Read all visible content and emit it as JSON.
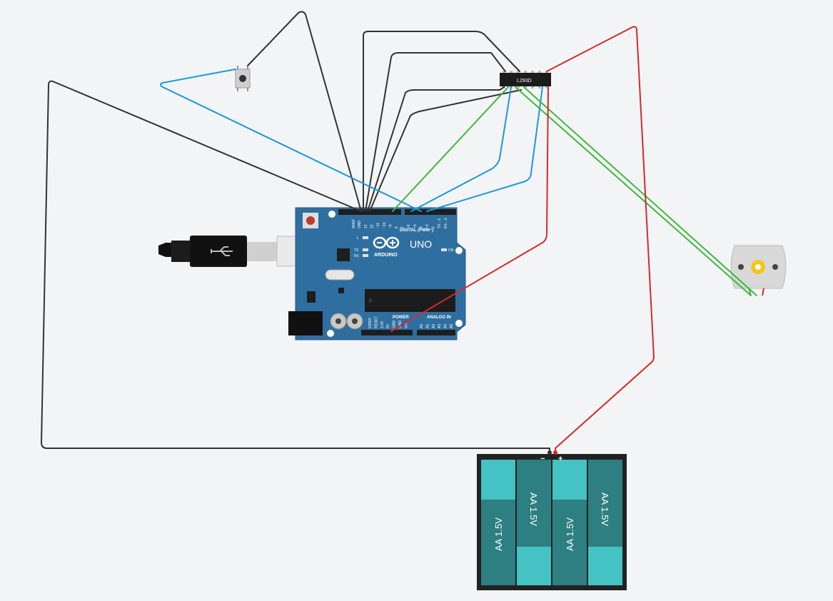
{
  "colors": {
    "background": "#f3f4f6",
    "board": "#2f6fa0",
    "wire_black": "#333333",
    "wire_blue": "#1a9ad6",
    "wire_green": "#3db83d",
    "wire_red": "#d62a2a",
    "battery_holder": "#222222",
    "battery_cell": "#2e7f82",
    "battery_cap": "#44c2c4",
    "motor_body": "#d8d8d8",
    "motor_gear": "#f5c518"
  },
  "arduino": {
    "logo_text": "ARDUINO",
    "model": "UNO",
    "digital_header": "DIGITAL (PWM~)",
    "power_header": "POWER",
    "analog_header": "ANALOG IN",
    "on_label": "ON",
    "l_label": "L",
    "tx_label": "TX",
    "rx_label": "RX",
    "aref_label": "AREF",
    "gnd_label": "GND",
    "digital_pins": [
      "13",
      "12",
      "~11",
      "~10",
      "~9",
      "8",
      "7",
      "~6",
      "~5",
      "4",
      "~3",
      "2",
      "TX→1",
      "RX←0"
    ],
    "power_pins": [
      "IOREF",
      "RESET",
      "3.3V",
      "5V",
      "GND",
      "GND",
      "Vin"
    ],
    "analog_pins": [
      "A0",
      "A1",
      "A2",
      "A3",
      "A4",
      "A5"
    ]
  },
  "driver_chip": {
    "label": "L293D"
  },
  "battery": {
    "cells": [
      "AA 1.5V",
      "AA 1.5V",
      "AA 1.5V",
      "AA 1.5V"
    ],
    "minus_label": "−",
    "plus_label": "+"
  },
  "components": {
    "pushbutton": "pushbutton-icon",
    "motor": "dc-motor-icon",
    "usb": "usb-icon"
  }
}
